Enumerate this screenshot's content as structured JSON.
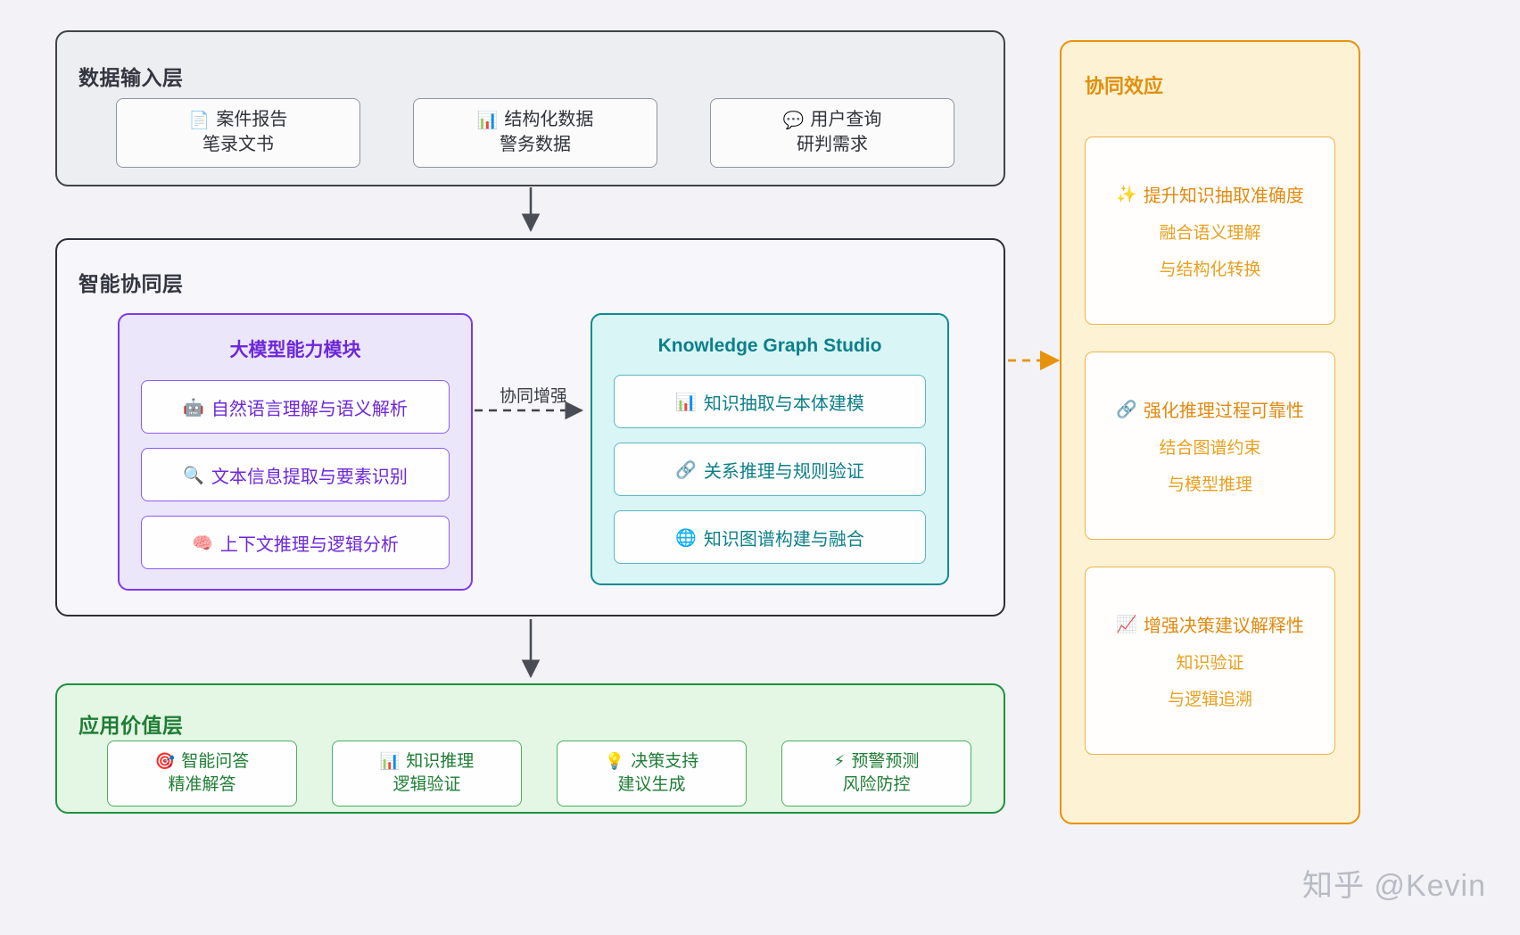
{
  "layers": {
    "input": {
      "title": "数据输入层",
      "cards": [
        {
          "icon": "📄",
          "icon_name": "document-icon",
          "line1": "案件报告",
          "line2": "笔录文书"
        },
        {
          "icon": "📊",
          "icon_name": "bar-chart-icon",
          "line1": "结构化数据",
          "line2": "警务数据"
        },
        {
          "icon": "💬",
          "icon_name": "speech-bubble-icon",
          "line1": "用户查询",
          "line2": "研判需求"
        }
      ]
    },
    "collab": {
      "title": "智能协同层",
      "arrow_label": "协同增强",
      "modules": [
        {
          "title": "大模型能力模块",
          "items": [
            {
              "icon": "🤖",
              "icon_name": "robot-icon",
              "label": "自然语言理解与语义解析"
            },
            {
              "icon": "🔍",
              "icon_name": "magnifier-icon",
              "label": "文本信息提取与要素识别"
            },
            {
              "icon": "🧠",
              "icon_name": "brain-icon",
              "label": "上下文推理与逻辑分析"
            }
          ]
        },
        {
          "title": "Knowledge Graph Studio",
          "items": [
            {
              "icon": "📊",
              "icon_name": "bar-chart-icon",
              "label": "知识抽取与本体建模"
            },
            {
              "icon": "🔗",
              "icon_name": "link-icon",
              "label": "关系推理与规则验证"
            },
            {
              "icon": "🌐",
              "icon_name": "globe-icon",
              "label": "知识图谱构建与融合"
            }
          ]
        }
      ]
    },
    "app": {
      "title": "应用价值层",
      "cards": [
        {
          "icon": "🎯",
          "icon_name": "target-icon",
          "line1": "智能问答",
          "line2": "精准解答"
        },
        {
          "icon": "📊",
          "icon_name": "bar-chart-icon",
          "line1": "知识推理",
          "line2": "逻辑验证"
        },
        {
          "icon": "💡",
          "icon_name": "lightbulb-icon",
          "line1": "决策支持",
          "line2": "建议生成"
        },
        {
          "icon": "⚡",
          "icon_name": "lightning-icon",
          "line1": "预警预测",
          "line2": "风险防控"
        }
      ]
    }
  },
  "synergy": {
    "title": "协同效应",
    "cards": [
      {
        "icon": "✨",
        "icon_name": "sparkles-icon",
        "header": "提升知识抽取准确度",
        "line2": "融合语义理解",
        "line3": "与结构化转换"
      },
      {
        "icon": "🔗",
        "icon_name": "link-icon",
        "header": "强化推理过程可靠性",
        "line2": "结合图谱约束",
        "line3": "与模型推理"
      },
      {
        "icon": "📈",
        "icon_name": "trend-up-icon",
        "header": "增强决策建议解释性",
        "line2": "知识验证",
        "line3": "与逻辑追溯"
      }
    ]
  },
  "watermark": "知乎 @Kevin",
  "colors": {
    "input_border": "#41434a",
    "llm_accent": "#6d28d9",
    "kgs_accent": "#0d7f89",
    "app_accent": "#1f7d35",
    "synergy_accent": "#e8920c",
    "page_bg": "#f3f2f7"
  }
}
